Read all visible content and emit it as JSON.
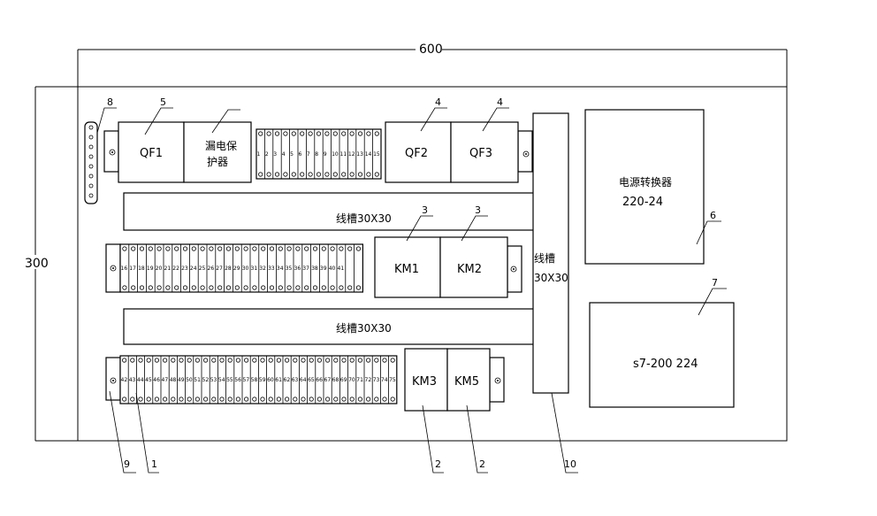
{
  "dimensions": {
    "width": "600",
    "height": "300"
  },
  "callouts": [
    "1",
    "2",
    "2",
    "3",
    "3",
    "4",
    "4",
    "5",
    "6",
    "7",
    "8",
    "9",
    "10"
  ],
  "devices": {
    "qf1": "QF1",
    "leakage_protector": [
      "漏电保",
      "护器"
    ],
    "qf2": "QF2",
    "qf3": "QF3",
    "km1": "KM1",
    "km2": "KM2",
    "km3": "KM3",
    "km5": "KM5",
    "power_converter": [
      "电源转换器",
      "220-24"
    ],
    "plc": "s7-200 224"
  },
  "ducts": {
    "upper": "线槽30X30",
    "lower": "线槽30X30",
    "vertical": [
      "线槽",
      "30X30"
    ]
  },
  "terminals": {
    "top_row": [
      "1",
      "2",
      "3",
      "4",
      "5",
      "6",
      "7",
      "8",
      "9",
      "10",
      "11",
      "12",
      "13",
      "14",
      "15"
    ],
    "middle_row": [
      "16",
      "17",
      "18",
      "19",
      "20",
      "21",
      "22",
      "23",
      "24",
      "25",
      "26",
      "27",
      "28",
      "29",
      "30",
      "31",
      "32",
      "33",
      "34",
      "35",
      "36",
      "37",
      "38",
      "39",
      "40",
      "41"
    ],
    "bottom_row": [
      "42",
      "43",
      "44",
      "45",
      "46",
      "47",
      "48",
      "49",
      "50",
      "51",
      "52",
      "53",
      "54",
      "55",
      "56",
      "57",
      "58",
      "59",
      "60",
      "61",
      "62",
      "63",
      "64",
      "65",
      "66",
      "67",
      "68",
      "69",
      "70",
      "71",
      "72",
      "73",
      "74",
      "75"
    ]
  }
}
